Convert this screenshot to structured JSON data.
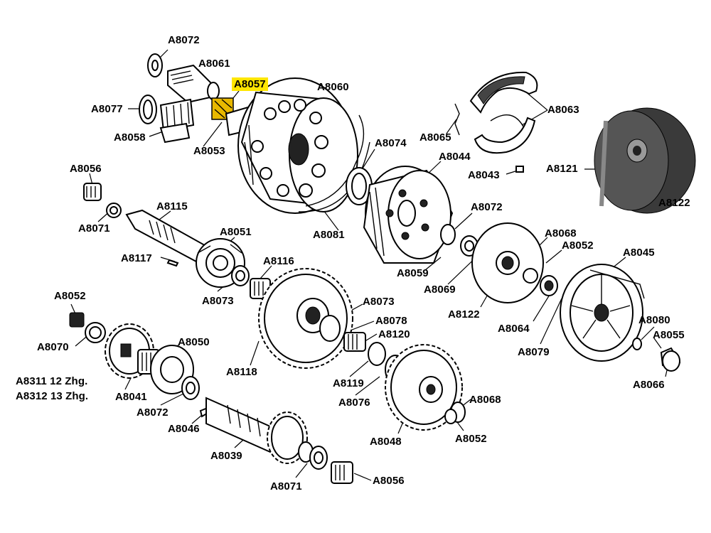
{
  "labels": [
    {
      "id": "A8072-top",
      "text": "A8072"
    },
    {
      "id": "A8061",
      "text": "A8061"
    },
    {
      "id": "A8057",
      "text": "A8057",
      "highlight": true
    },
    {
      "id": "A8060",
      "text": "A8060"
    },
    {
      "id": "A8077",
      "text": "A8077"
    },
    {
      "id": "A8058",
      "text": "A8058"
    },
    {
      "id": "A8053",
      "text": "A8053"
    },
    {
      "id": "A8065",
      "text": "A8065"
    },
    {
      "id": "A8063",
      "text": "A8063"
    },
    {
      "id": "A8074",
      "text": "A8074"
    },
    {
      "id": "A8044",
      "text": "A8044"
    },
    {
      "id": "A8043",
      "text": "A8043"
    },
    {
      "id": "A8121",
      "text": "A8121"
    },
    {
      "id": "A8122-right",
      "text": "A8122"
    },
    {
      "id": "A8056-top",
      "text": "A8056"
    },
    {
      "id": "A8071-top",
      "text": "A8071"
    },
    {
      "id": "A8115",
      "text": "A8115"
    },
    {
      "id": "A8051",
      "text": "A8051"
    },
    {
      "id": "A8081",
      "text": "A8081"
    },
    {
      "id": "A8072-mid",
      "text": "A8072"
    },
    {
      "id": "A8068-top",
      "text": "A8068"
    },
    {
      "id": "A8052-mid",
      "text": "A8052"
    },
    {
      "id": "A8045",
      "text": "A8045"
    },
    {
      "id": "A8117",
      "text": "A8117"
    },
    {
      "id": "A8116",
      "text": "A8116"
    },
    {
      "id": "A8059",
      "text": "A8059"
    },
    {
      "id": "A8069",
      "text": "A8069"
    },
    {
      "id": "A8073-left",
      "text": "A8073"
    },
    {
      "id": "A8122-mid",
      "text": "A8122"
    },
    {
      "id": "A8064",
      "text": "A8064"
    },
    {
      "id": "A8073-mid",
      "text": "A8073"
    },
    {
      "id": "A8080",
      "text": "A8080"
    },
    {
      "id": "A8052-left",
      "text": "A8052"
    },
    {
      "id": "A8078",
      "text": "A8078"
    },
    {
      "id": "A8120",
      "text": "A8120"
    },
    {
      "id": "A8055",
      "text": "A8055"
    },
    {
      "id": "A8079",
      "text": "A8079"
    },
    {
      "id": "A8070",
      "text": "A8070"
    },
    {
      "id": "A8050",
      "text": "A8050"
    },
    {
      "id": "A8118",
      "text": "A8118"
    },
    {
      "id": "A8066",
      "text": "A8066"
    },
    {
      "id": "A8311",
      "text": "A8311 12 Zhg."
    },
    {
      "id": "A8312",
      "text": "A8312 13 Zhg."
    },
    {
      "id": "A8041",
      "text": "A8041"
    },
    {
      "id": "A8119",
      "text": "A8119"
    },
    {
      "id": "A8068-bottom",
      "text": "A8068"
    },
    {
      "id": "A8072-bottom",
      "text": "A8072"
    },
    {
      "id": "A8076",
      "text": "A8076"
    },
    {
      "id": "A8046",
      "text": "A8046"
    },
    {
      "id": "A8048",
      "text": "A8048"
    },
    {
      "id": "A8052-bottom",
      "text": "A8052"
    },
    {
      "id": "A8039",
      "text": "A8039"
    },
    {
      "id": "A8071-bottom",
      "text": "A8071"
    },
    {
      "id": "A8056-bottom",
      "text": "A8056"
    }
  ],
  "colors": {
    "highlight": "#ffe600",
    "line": "#000000",
    "background": "#ffffff"
  }
}
